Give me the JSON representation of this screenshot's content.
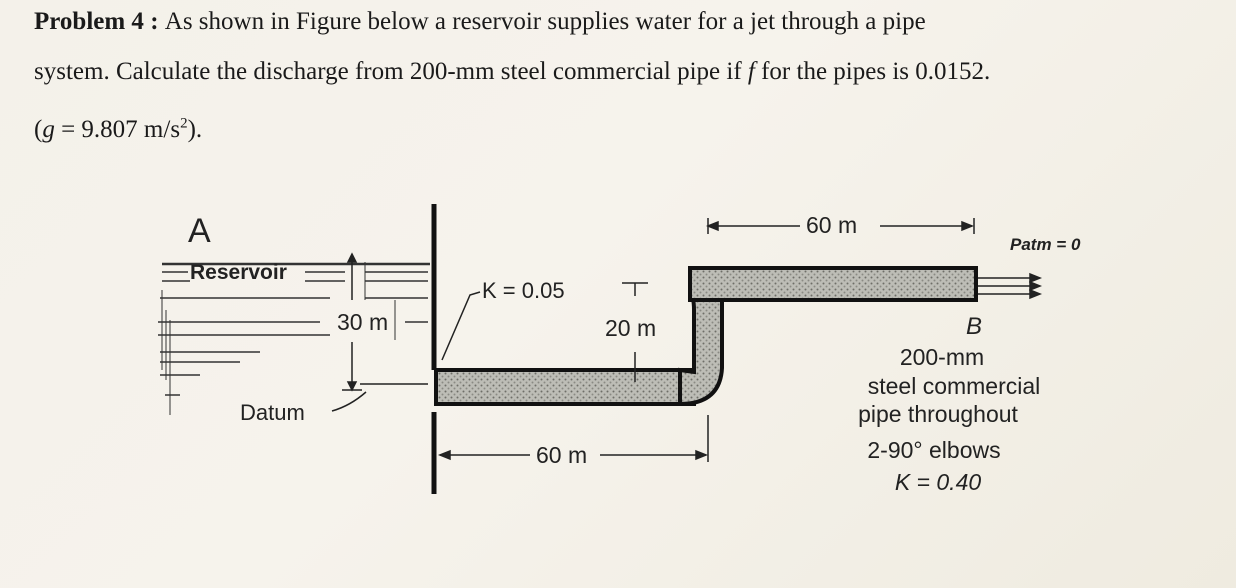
{
  "problem": {
    "heading": "Problem 4",
    "colon": " : ",
    "line1_text": "As shown in Figure below a reservoir supplies water for a jet through a pipe",
    "line2_pre": "system. Calculate the discharge from 200-mm steel commercial pipe if ",
    "line2_f": "f",
    "line2_post": " for the pipes is 0.0152.",
    "line3_open": "(",
    "line3_g": "g",
    "line3_eq": " = 9.807 m/s",
    "line3_exp": "2",
    "line3_close": ")."
  },
  "figure": {
    "point_a": "A",
    "reservoir": "Reservoir",
    "height_30": "30 m",
    "datum": "Datum",
    "entrance_k": "K = 0.05",
    "rise_20": "20 m",
    "bottom_len": "60 m",
    "top_len": "60 m",
    "p_atm": "Patm = 0",
    "point_b": "B",
    "desc_lines": [
      "200-mm",
      "steel commercial",
      "pipe throughout",
      "2-90° elbows",
      "K = 0.40"
    ]
  }
}
